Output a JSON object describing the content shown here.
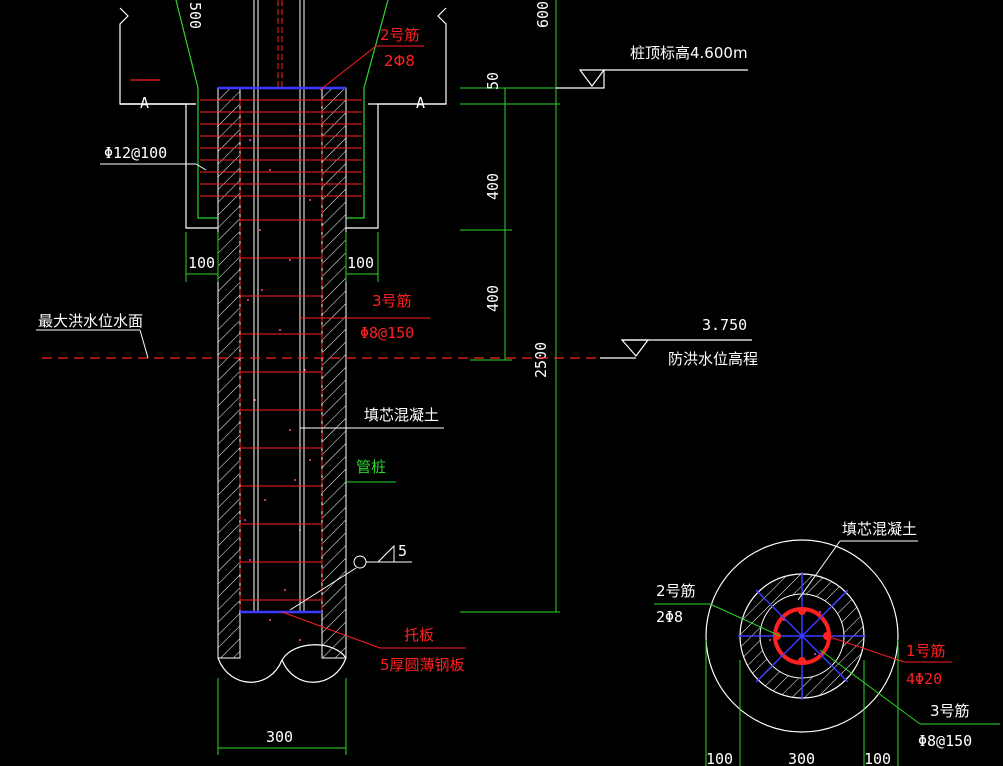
{
  "drawing": {
    "dims": {
      "d600": "600",
      "d500": "500",
      "d50": "50",
      "d400a": "400",
      "d400b": "400",
      "d2500": "2500",
      "w100_left": "100",
      "w100_right": "100",
      "w300": "300",
      "sec_100_left": "100",
      "sec_300": "300",
      "sec_100_right": "100"
    },
    "section_marks": {
      "left": "A",
      "right": "A"
    },
    "labels": {
      "pile_top_elev": "桩顶标高4.600m",
      "rebar2_name": "2号筋",
      "rebar2_spec": "2Φ8",
      "tie_spec": "Φ12@100",
      "rebar3_name": "3号筋",
      "rebar3_spec": "Φ8@150",
      "max_flood": "最大洪水位水面",
      "flood_elev": "3.750",
      "flood_design": "防洪水位高程",
      "infill_concrete": "填芯混凝土",
      "pipe_pile": "管桩",
      "weld_size": "5",
      "support_plate": "托板",
      "plate_spec": "5厚圆薄钢板",
      "sec_infill": "填芯混凝土",
      "sec_rebar2_name": "2号筋",
      "sec_rebar2_spec": "2Φ8",
      "sec_rebar1_name": "1号筋",
      "sec_rebar1_spec": "4Φ20",
      "sec_rebar3_name": "3号筋",
      "sec_rebar3_spec": "Φ8@150"
    },
    "colors": {
      "line_white": "#ffffff",
      "line_red": "#ff2020",
      "line_green": "#2bd62b",
      "line_blue": "#3a3aff",
      "line_magenta": "#ff40c0"
    }
  }
}
